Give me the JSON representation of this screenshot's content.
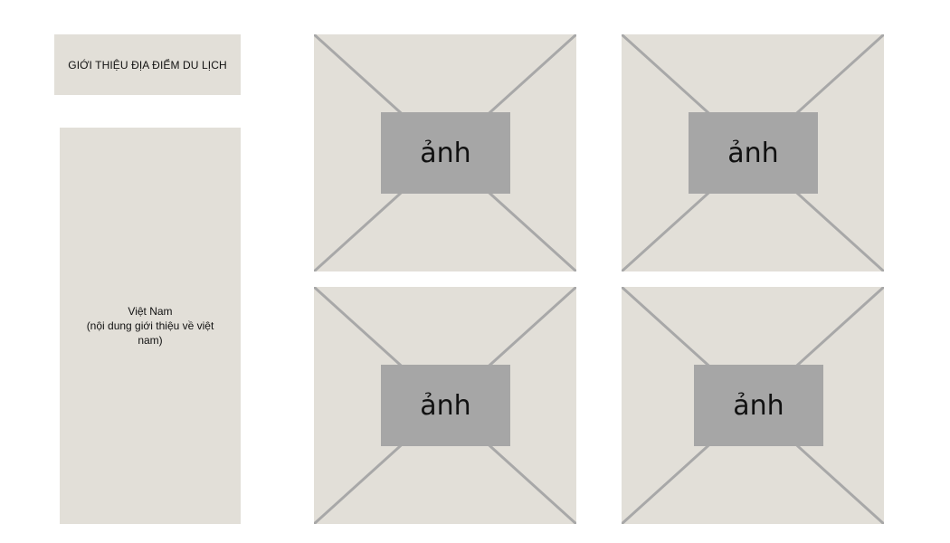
{
  "title_box": {
    "text": "GIỚI THIỆU ĐỊA ĐIỂM DU LỊCH"
  },
  "intro_box": {
    "line1": "Việt Nam",
    "line2": "(nội dung giới thiệu về việt nam)"
  },
  "photos": [
    {
      "label": "ảnh"
    },
    {
      "label": "ảnh"
    },
    {
      "label": "ảnh"
    },
    {
      "label": "ảnh"
    }
  ],
  "colors": {
    "panel": "#e2dfd8",
    "placeholder_label": "#a6a6a6",
    "cross_lines": "#a8a8a8"
  }
}
